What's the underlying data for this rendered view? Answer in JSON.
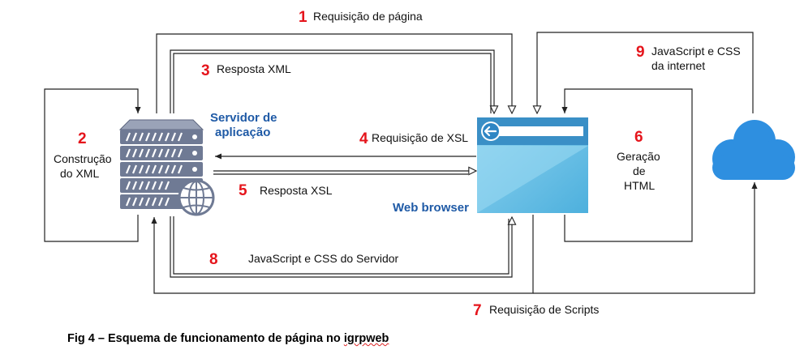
{
  "steps": [
    {
      "num": "1",
      "label": "Requisição de página"
    },
    {
      "num": "2",
      "label_lines": [
        "Construção",
        "do XML"
      ]
    },
    {
      "num": "3",
      "label": "Resposta XML"
    },
    {
      "num": "4",
      "label": "Requisição de XSL"
    },
    {
      "num": "5",
      "label": "Resposta XSL"
    },
    {
      "num": "6",
      "label_lines": [
        "Geração",
        "de",
        "HTML"
      ]
    },
    {
      "num": "7",
      "label": "Requisição de Scripts"
    },
    {
      "num": "8",
      "label": "JavaScript e CSS do Servidor"
    },
    {
      "num": "9",
      "label_lines": [
        "JavaScript e CSS",
        "da internet"
      ]
    }
  ],
  "server": {
    "label_lines": [
      "Servidor de",
      "aplicação"
    ]
  },
  "browser": {
    "label": "Web browser"
  },
  "caption": {
    "prefix": "Fig 4 – Esquema de funcionamento de página no ",
    "word": "igrpweb"
  },
  "colors": {
    "accent_red": "#e5141b",
    "accent_blue": "#1f5aa6",
    "browser_blue": "#6cc0e5",
    "cloud_blue": "#2e8fe0",
    "server_gray": "#6f7a94"
  },
  "icons": [
    "server-icon",
    "globe-icon",
    "browser-window-icon",
    "back-arrow-icon",
    "cloud-icon"
  ]
}
